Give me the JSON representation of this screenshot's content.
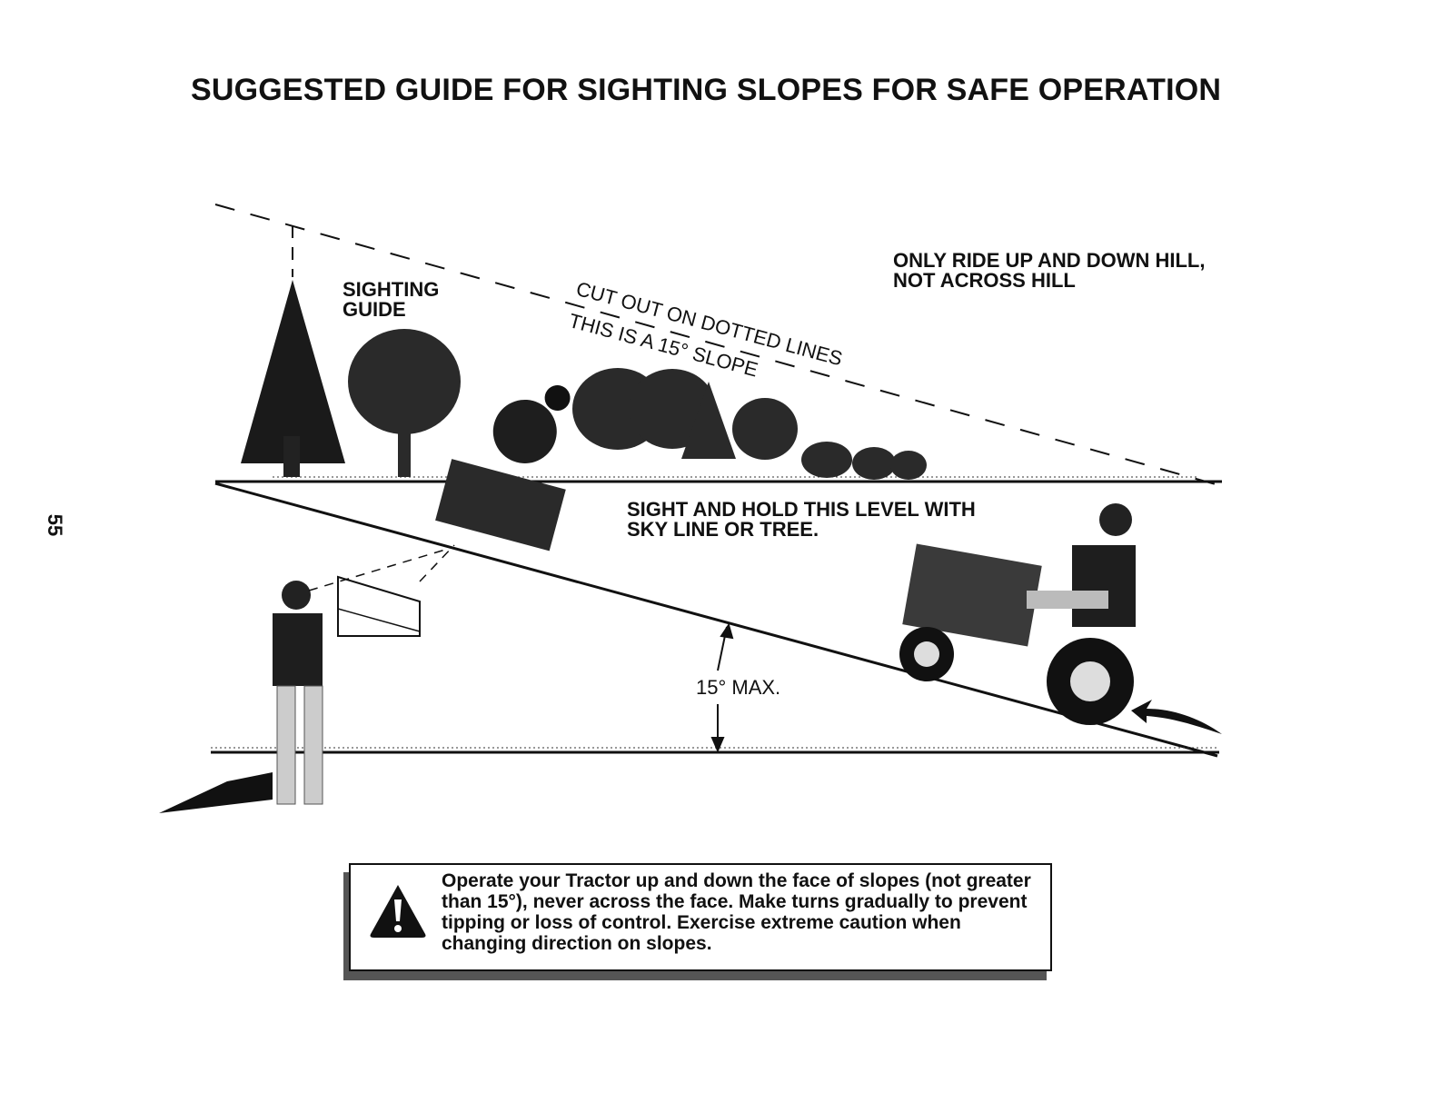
{
  "page": {
    "title": "SUGGESTED GUIDE FOR SIGHTING SLOPES FOR SAFE OPERATION",
    "page_number": "55"
  },
  "diagram": {
    "sighting_guide_label": "SIGHTING\nGUIDE",
    "cut_out_label": "CUT OUT ON DOTTED LINES",
    "slope_label": "THIS IS A 15° SLOPE",
    "ride_instruction": "ONLY RIDE UP AND DOWN HILL,\nNOT ACROSS HILL",
    "sight_hold_instruction": "SIGHT AND HOLD THIS LEVEL WITH\nSKY LINE OR TREE.",
    "max_angle_label": "15° MAX."
  },
  "warning": {
    "icon": "warning-triangle-icon",
    "text": "Operate your Tractor up and down the face of slopes (not greater than 15°), never across the face. Make turns gradu­ally to prevent tipping or loss of control. Exercise extreme caution when changing direction on slopes."
  }
}
